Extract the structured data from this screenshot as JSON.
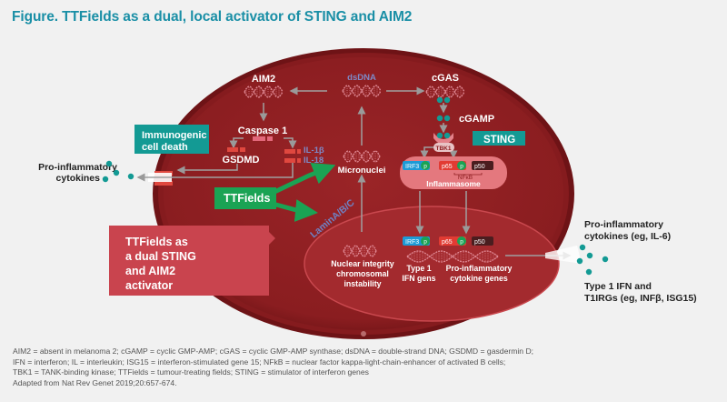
{
  "title": "Figure. TTFields as a dual, local activator of STING and AIM2",
  "colors": {
    "title": "#1a8fa6",
    "cell": "#8e1f22",
    "cell_dark": "#6e1316",
    "nucleus": "#a42a2e",
    "teal": "#139a94",
    "green": "#1aa354",
    "callout": "#c9444e",
    "inflammasome": "#e4787e",
    "irf3": "#1c9ad6",
    "p65": "#e23b33",
    "p50": "#4a1d1f"
  },
  "cytoplasm": {
    "dsdna_label": "dsDNA",
    "aim2_label": "AIM2",
    "cgas_label": "cGAS",
    "cgamp_label": "cGAMP",
    "caspase_label": "Caspase 1",
    "gsdmd_label": "GSDMD",
    "il1b_label": "IL-1β",
    "il18_label": "IL-18",
    "micronuclei_label": "Micronuclei",
    "sting_label": "STING",
    "tbk1_label": "TBK1",
    "irf3_label": "IRF3",
    "p_label": "p",
    "p65_label": "p65",
    "p50_label": "p50",
    "nfkb_label": "NFκB",
    "inflammasome_label": "Inflammasome",
    "immunogenic_label_1": "Immunogenic",
    "immunogenic_label_2": "cell death",
    "ttfields_label": "TTFields",
    "lamin_label": "LaminA/B/C"
  },
  "nucleus": {
    "integrity_1": "Nuclear integrity",
    "integrity_2": "chromosomal",
    "integrity_3": "instability",
    "type1_1": "Type 1",
    "type1_2": "IFN gens",
    "proinf_1": "Pro-inflammatory",
    "proinf_2": "cytokine genes"
  },
  "outside": {
    "left_cytokines_1": "Pro-inflammatory",
    "left_cytokines_2": "cytokines",
    "right_cytokines_1": "Pro-inflammatory",
    "right_cytokines_2": "cytokines (eg, IL-6)",
    "right_ifn_1": "Type 1 IFN and",
    "right_ifn_2": "T1IRGs (eg, INFβ, ISG15)"
  },
  "callout": {
    "line1": "TTFields as",
    "line2": "a dual STING",
    "line3": "and AIM2",
    "line4": "activator"
  },
  "footnote": {
    "line1": "AIM2 = absent in melanoma 2; cGAMP = cyclic GMP-AMP; cGAS = cyclic GMP-AMP synthase; dsDNA = double-strand DNA; GSDMD = gasdermin D;",
    "line2": "IFN = interferon; IL = interleukin; ISG15 = interferon-stimulated gene 15; NFkB = nuclear factor kappa-light-chain-enhancer of activated B cells;",
    "line3": "TBK1 = TANK-binding kinase; TTFields = tumour-treating fields; STING = stimulator of interferon genes",
    "line4": "Adapted from Nat Rev Genet 2019;20:657-674."
  }
}
